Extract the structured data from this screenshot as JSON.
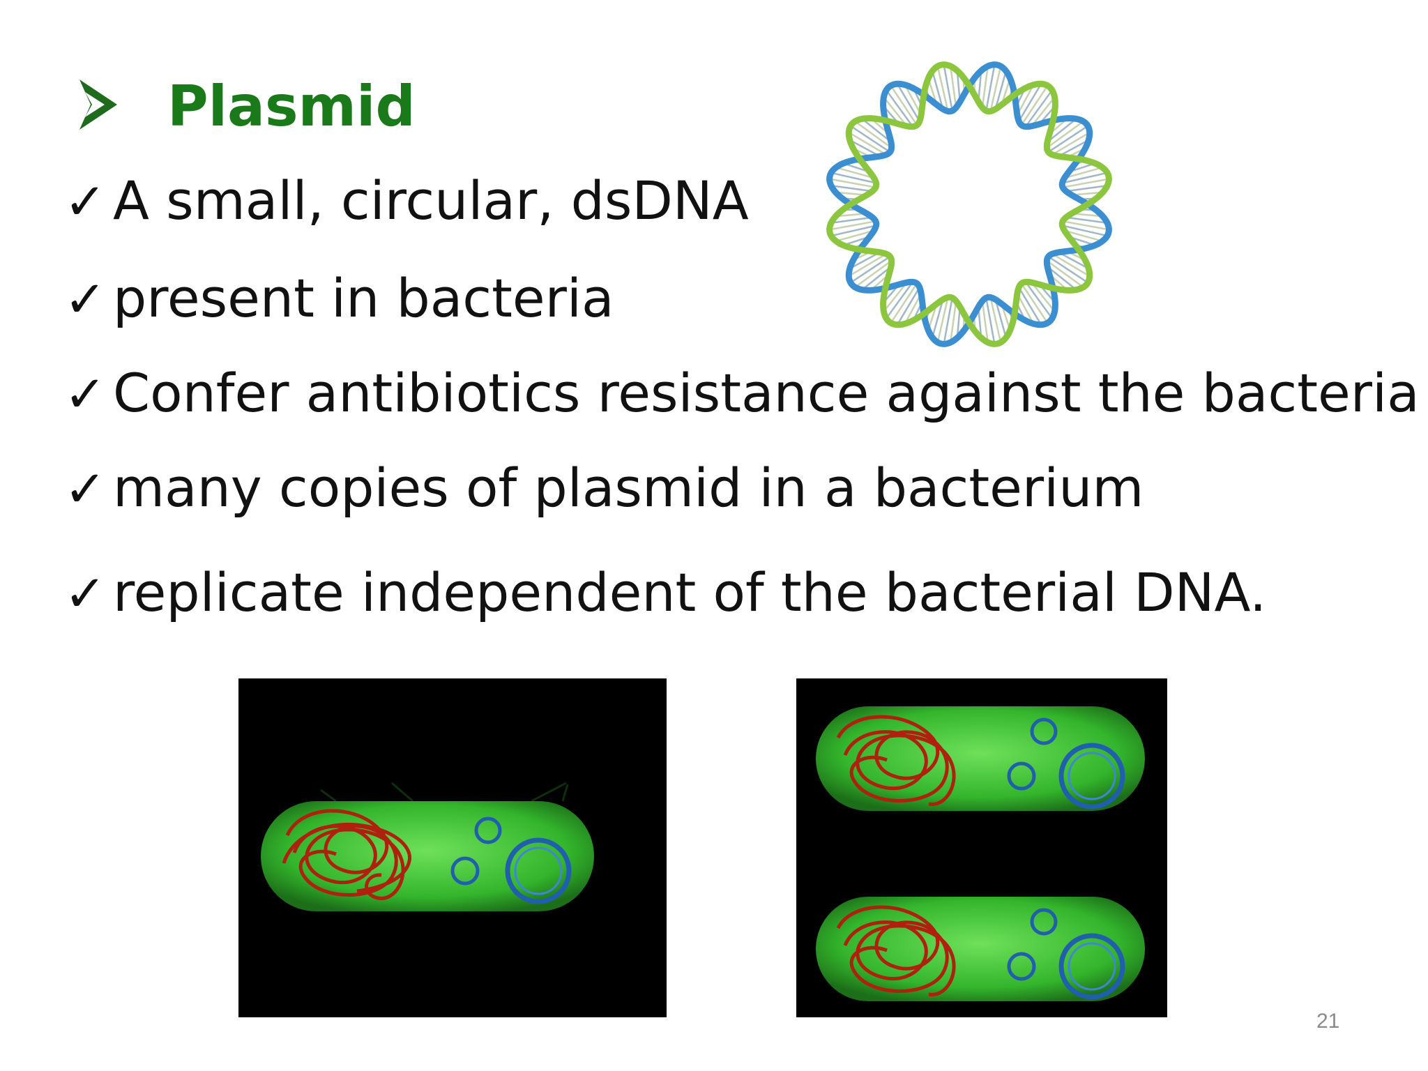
{
  "slide": {
    "heading": "Plasmid",
    "bullets": [
      "A small, circular, dsDNA",
      "present in bacteria",
      "Confer  antibiotics resistance against  the bacteria",
      "many copies of plasmid in a bacterium",
      "replicate independent of the bacterial DNA."
    ],
    "check_glyph": "✓",
    "page_number": "21"
  },
  "icons": {
    "heading_marker": "arrowhead-bullet-icon",
    "bullet_marker": "checkmark-icon"
  },
  "colors": {
    "heading": "#1a7a1a",
    "body_text": "#111111",
    "cell_green": "#3fbf3a",
    "chromosome_red": "#b0200f",
    "plasmid_blue": "#1f5fae",
    "panel_background": "#000000"
  }
}
